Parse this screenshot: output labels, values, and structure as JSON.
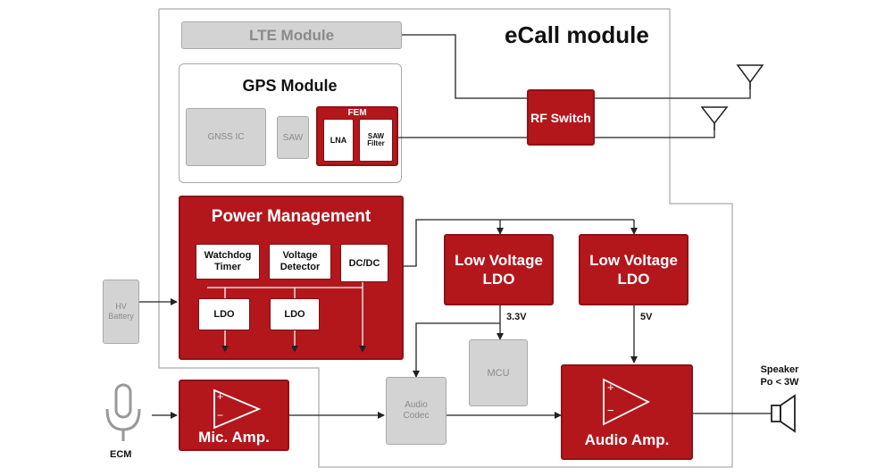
{
  "ecall_title": "eCall module",
  "lte": "LTE Module",
  "gps": {
    "title": "GPS Module",
    "gnss": "GNSS IC",
    "saw": "SAW",
    "fem": "FEM",
    "lna": "LNA",
    "saw_filter_1": "SAW",
    "saw_filter_2": "Filter"
  },
  "rf_switch": "RF Switch",
  "power": {
    "title": "Power Management",
    "watchdog_1": "Watchdog",
    "watchdog_2": "Timer",
    "voltage_1": "Voltage",
    "voltage_2": "Detector",
    "dcdc": "DC/DC",
    "ldo": "LDO"
  },
  "hv_battery_1": "HV",
  "hv_battery_2": "Battery",
  "lv_ldo_1": "Low Voltage",
  "lv_ldo_2": "LDO",
  "v33": "3.3V",
  "v5": "5V",
  "mcu": "MCU",
  "audio_codec_1": "Audio",
  "audio_codec_2": "Codec",
  "mic_amp": "Mic. Amp.",
  "audio_amp": "Audio Amp.",
  "ecm": "ECM",
  "speaker_1": "Speaker",
  "speaker_2": "Po < 3W",
  "amp_plus": "+",
  "amp_minus": "−",
  "colors": {
    "accent_red": "#b3171c",
    "grey_block": "#d3d3d3"
  }
}
